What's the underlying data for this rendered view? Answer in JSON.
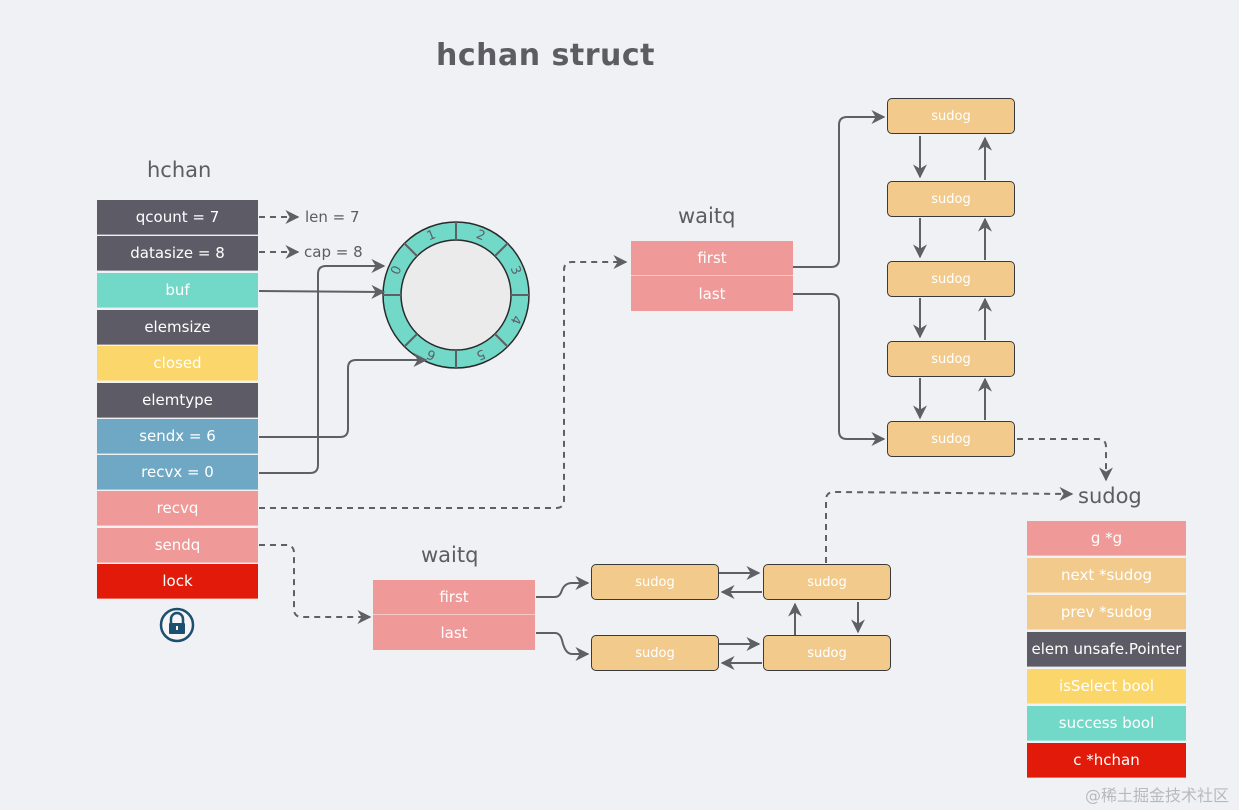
{
  "title": "hchan struct",
  "hchan": {
    "label": "hchan",
    "fields": [
      {
        "name": "qcount = 7",
        "color": "#5d5c66"
      },
      {
        "name": "datasize = 8",
        "color": "#5d5c66"
      },
      {
        "name": "buf",
        "color": "#72d8c8"
      },
      {
        "name": "elemsize",
        "color": "#5d5c66"
      },
      {
        "name": "closed",
        "color": "#fbd66a"
      },
      {
        "name": "elemtype",
        "color": "#5d5c66"
      },
      {
        "name": "sendx = 6",
        "color": "#6fa8c4"
      },
      {
        "name": "recvx = 0",
        "color": "#6fa8c4"
      },
      {
        "name": "recvq",
        "color": "#ef9a98"
      },
      {
        "name": "sendq",
        "color": "#ef9a98"
      },
      {
        "name": "lock",
        "color": "#e21a0a"
      }
    ],
    "annotations": {
      "len": "len = 7",
      "cap": "cap = 8"
    },
    "lock_icon": "padlock-icon"
  },
  "ring_buffer": {
    "slots": 8,
    "labels": [
      "0",
      "1",
      "2",
      "3",
      "4",
      "5",
      "6",
      ""
    ],
    "color": "#72d8c8"
  },
  "waitq_top": {
    "label": "waitq",
    "first": "first",
    "last": "last"
  },
  "waitq_bottom": {
    "label": "waitq",
    "first": "first",
    "last": "last"
  },
  "sudog_chain_vertical": [
    "sudog",
    "sudog",
    "sudog",
    "sudog",
    "sudog"
  ],
  "sudog_chain_bottom": {
    "top_row": [
      "sudog",
      "sudog"
    ],
    "bottom_row": [
      "sudog",
      "sudog"
    ]
  },
  "sudog_struct": {
    "label": "sudog",
    "fields": [
      {
        "name": "g  *g",
        "color": "#ef9a98"
      },
      {
        "name": "next *sudog",
        "color": "#f2cb8c"
      },
      {
        "name": "prev *sudog",
        "color": "#f2cb8c"
      },
      {
        "name": "elem unsafe.Pointer",
        "color": "#5d5c66"
      },
      {
        "name": "isSelect bool",
        "color": "#fbd66a"
      },
      {
        "name": "success bool",
        "color": "#72d8c8"
      },
      {
        "name": "c *hchan",
        "color": "#e21a0a"
      }
    ]
  },
  "watermark": "@稀土掘金技术社区"
}
